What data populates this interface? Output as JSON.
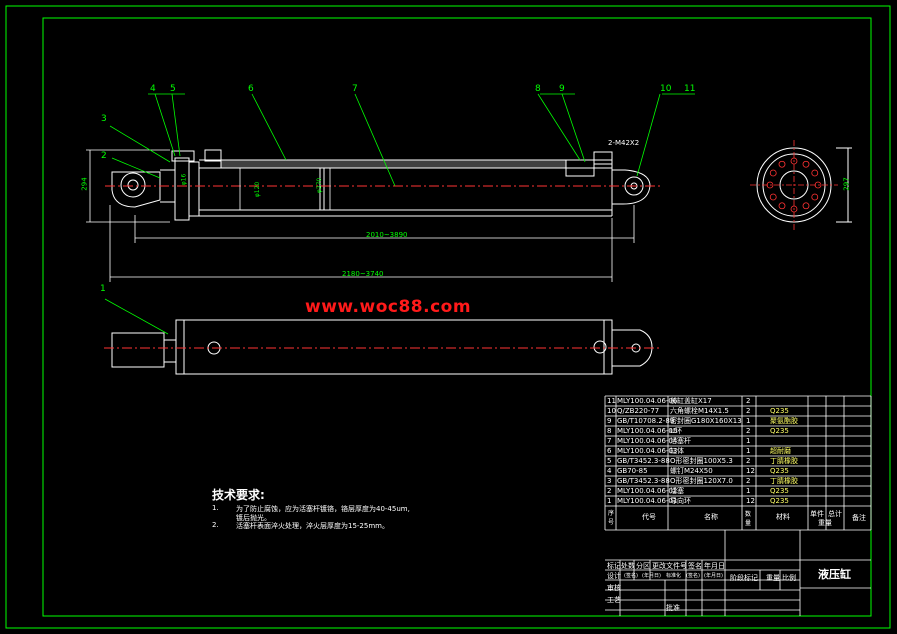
{
  "watermark": "www.woc88.com",
  "requirements": {
    "title": "技术要求:",
    "items": [
      {
        "num": "1.",
        "text": "为了防止腐蚀，应为活塞杆镀铬，铬层厚度为40-45um,"
      },
      {
        "num": "",
        "text": "镀后抛光。"
      },
      {
        "num": "2.",
        "text": "活塞杆表面淬火处理，淬火层厚度为15-25mm。"
      }
    ]
  },
  "callouts": [
    "1",
    "2",
    "3",
    "4",
    "5",
    "6",
    "7",
    "8",
    "9",
    "10",
    "11"
  ],
  "dimensions": {
    "inner": "2010~3890",
    "outer": "2180~3740",
    "height_left": "294",
    "right_height": "297",
    "bore1": "φ120",
    "bore2": "φ270",
    "port": "2-M42X2",
    "pin": "φ16"
  },
  "bom": [
    {
      "no": "11",
      "code": "MLY100.04.06-06",
      "name": "前缸盖缸X17",
      "qty": "2",
      "mat": ""
    },
    {
      "no": "10",
      "code": "Q/ZB220-77",
      "name": "六角螺栓M14X1.5",
      "qty": "2",
      "mat": "Q235"
    },
    {
      "no": "9",
      "code": "GB/T10708.2-89",
      "name": "密封圈G180X160X13",
      "qty": "1",
      "mat": "聚氨酯胶"
    },
    {
      "no": "8",
      "code": "MLY100.04.06-05",
      "name": "U环",
      "qty": "2",
      "mat": "Q235"
    },
    {
      "no": "7",
      "code": "MLY100.04.06-04",
      "name": "活塞杆",
      "qty": "1",
      "mat": ""
    },
    {
      "no": "6",
      "code": "MLY100.04.06-03",
      "name": "缸体",
      "qty": "1",
      "mat": "超耐磨"
    },
    {
      "no": "5",
      "code": "GB/T3452.3-88",
      "name": "O形密封圈100X5.3",
      "qty": "2",
      "mat": "丁腈橡胶"
    },
    {
      "no": "4",
      "code": "GB70-85",
      "name": "螺钉M24X50",
      "qty": "12",
      "mat": "Q235"
    },
    {
      "no": "3",
      "code": "GB/T3452.3-88",
      "name": "O形密封圈120X7.0",
      "qty": "2",
      "mat": "丁腈橡胶"
    },
    {
      "no": "2",
      "code": "MLY100.04.06-02",
      "name": "活塞",
      "qty": "1",
      "mat": "Q235"
    },
    {
      "no": "1",
      "code": "MLY100.04.06-01",
      "name": "导向环",
      "qty": "12",
      "mat": "Q235"
    }
  ],
  "bom_header": {
    "no": "序号",
    "code": "代号",
    "name": "名称",
    "qty": "数量",
    "mat": "材料",
    "unit_w": "单件",
    "total_w": "总计",
    "weight": "重量",
    "note": "备注"
  },
  "title_block": {
    "name": "液压缸",
    "row_labels": [
      "标记",
      "处数",
      "分区",
      "更改文件号",
      "签名",
      "年月日"
    ],
    "row2": [
      "(签名)",
      "(年月日)",
      "标准化",
      "(签名)",
      "(年月日)"
    ],
    "design": "设计",
    "check": "审核",
    "process": "工艺",
    "approve": "批准",
    "stage": "阶段标记",
    "weight": "重量",
    "scale": "比例"
  }
}
